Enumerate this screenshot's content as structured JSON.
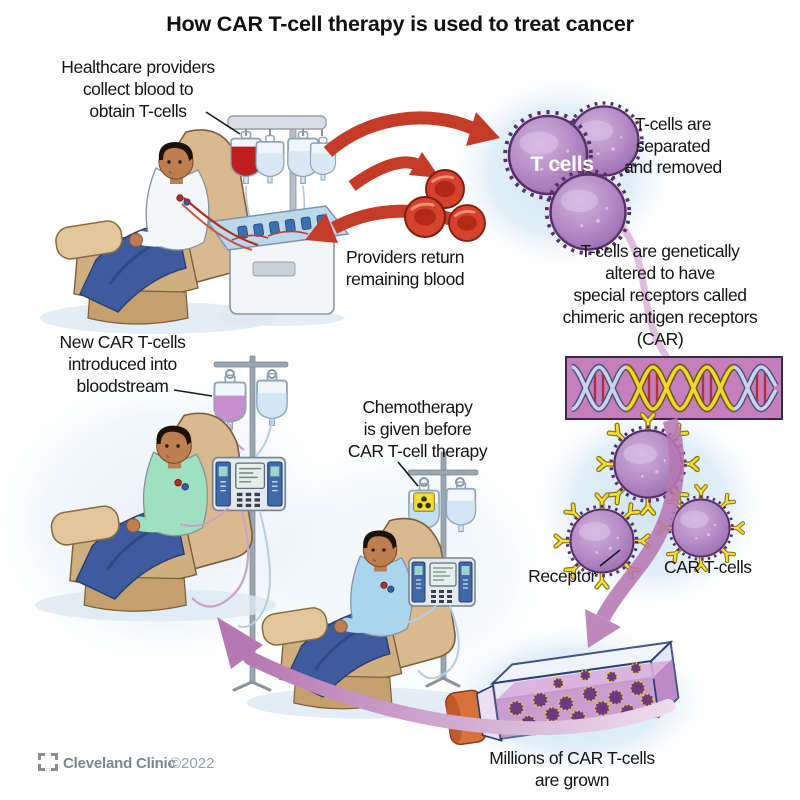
{
  "title": "How CAR T-cell therapy is used to treat cancer",
  "steps": {
    "collect_blood": {
      "lines": [
        "Healthcare providers",
        "collect blood to",
        "obtain T-cells"
      ]
    },
    "separate": {
      "lines": [
        "T-cells are",
        "separated",
        "and removed"
      ]
    },
    "return_blood": {
      "lines": [
        "Providers return",
        "remaining blood"
      ]
    },
    "genetic_alteration": {
      "lines": [
        "T-cells are genetically",
        "altered to have",
        "special receptors called",
        "chimeric antigen receptors",
        "(CAR)"
      ]
    },
    "grow_cells": {
      "lines": [
        "Millions of CAR T-cells",
        "are grown"
      ]
    },
    "chemotherapy": {
      "lines": [
        "Chemotherapy",
        "is given before",
        "CAR T-cell therapy"
      ]
    },
    "infusion": {
      "lines": [
        "New CAR T-cells",
        "introduced into",
        "bloodstream"
      ]
    }
  },
  "labels": {
    "t_cells_badge": "T cells",
    "receptor": "Receptor",
    "car_t_cells": "CAR T-cells"
  },
  "footer": {
    "brand": "Cleveland Clinic",
    "copyright": "©2022"
  },
  "icons": {
    "biohazard": "biohazard-icon",
    "brand_mark": "cleveland-clinic-logo-mark",
    "receptor_y": "receptor-y-icon"
  },
  "colors": {
    "arrow_red": "#c43b28",
    "arrow_purple": "#b678b2",
    "cell_purple": "#b58cc6",
    "receptor_yellow": "#f3df37",
    "dna_box": "#c47fbc",
    "dna_insert_yellow": "#f2d52e",
    "glow_blue": "#cfe4f2",
    "chair_tan": "#d8b990",
    "footer_gray": "#83898f"
  }
}
